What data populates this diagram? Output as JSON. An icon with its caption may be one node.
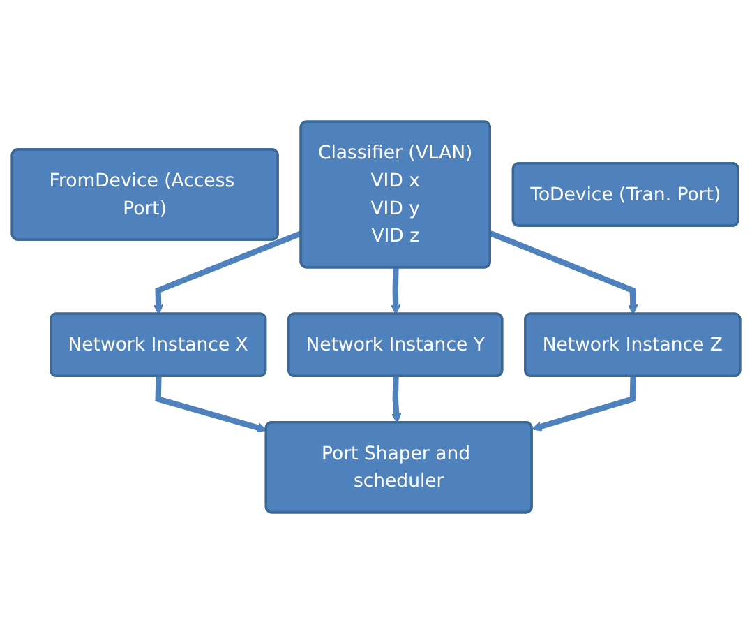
{
  "diagram": {
    "nodes": [
      {
        "text": [
          "FromDevice (Access Port)"
        ]
      },
      {
        "text": [
          "Classifier (VLAN)",
          "VID x",
          "VID y",
          "VID z"
        ]
      },
      {
        "text": [
          "Network Instance X"
        ]
      },
      {
        "text": [
          "Network Instance Y"
        ]
      },
      {
        "text": [
          "Network Instance Z"
        ]
      },
      {
        "text": [
          "Port Shaper and scheduler"
        ]
      },
      {
        "text": [
          "ToDevice (Tran. Port)"
        ]
      }
    ],
    "edges": [
      {
        "from": 1,
        "to": 2,
        "arrow": "to"
      },
      {
        "from": 1,
        "to": 3,
        "arrow": "to"
      },
      {
        "from": 1,
        "to": 4,
        "arrow": "to"
      },
      {
        "from": 2,
        "to": 5,
        "arrow": "to"
      },
      {
        "from": 3,
        "to": 5,
        "arrow": "to"
      },
      {
        "from": 4,
        "to": 5,
        "arrow": "to"
      }
    ]
  }
}
